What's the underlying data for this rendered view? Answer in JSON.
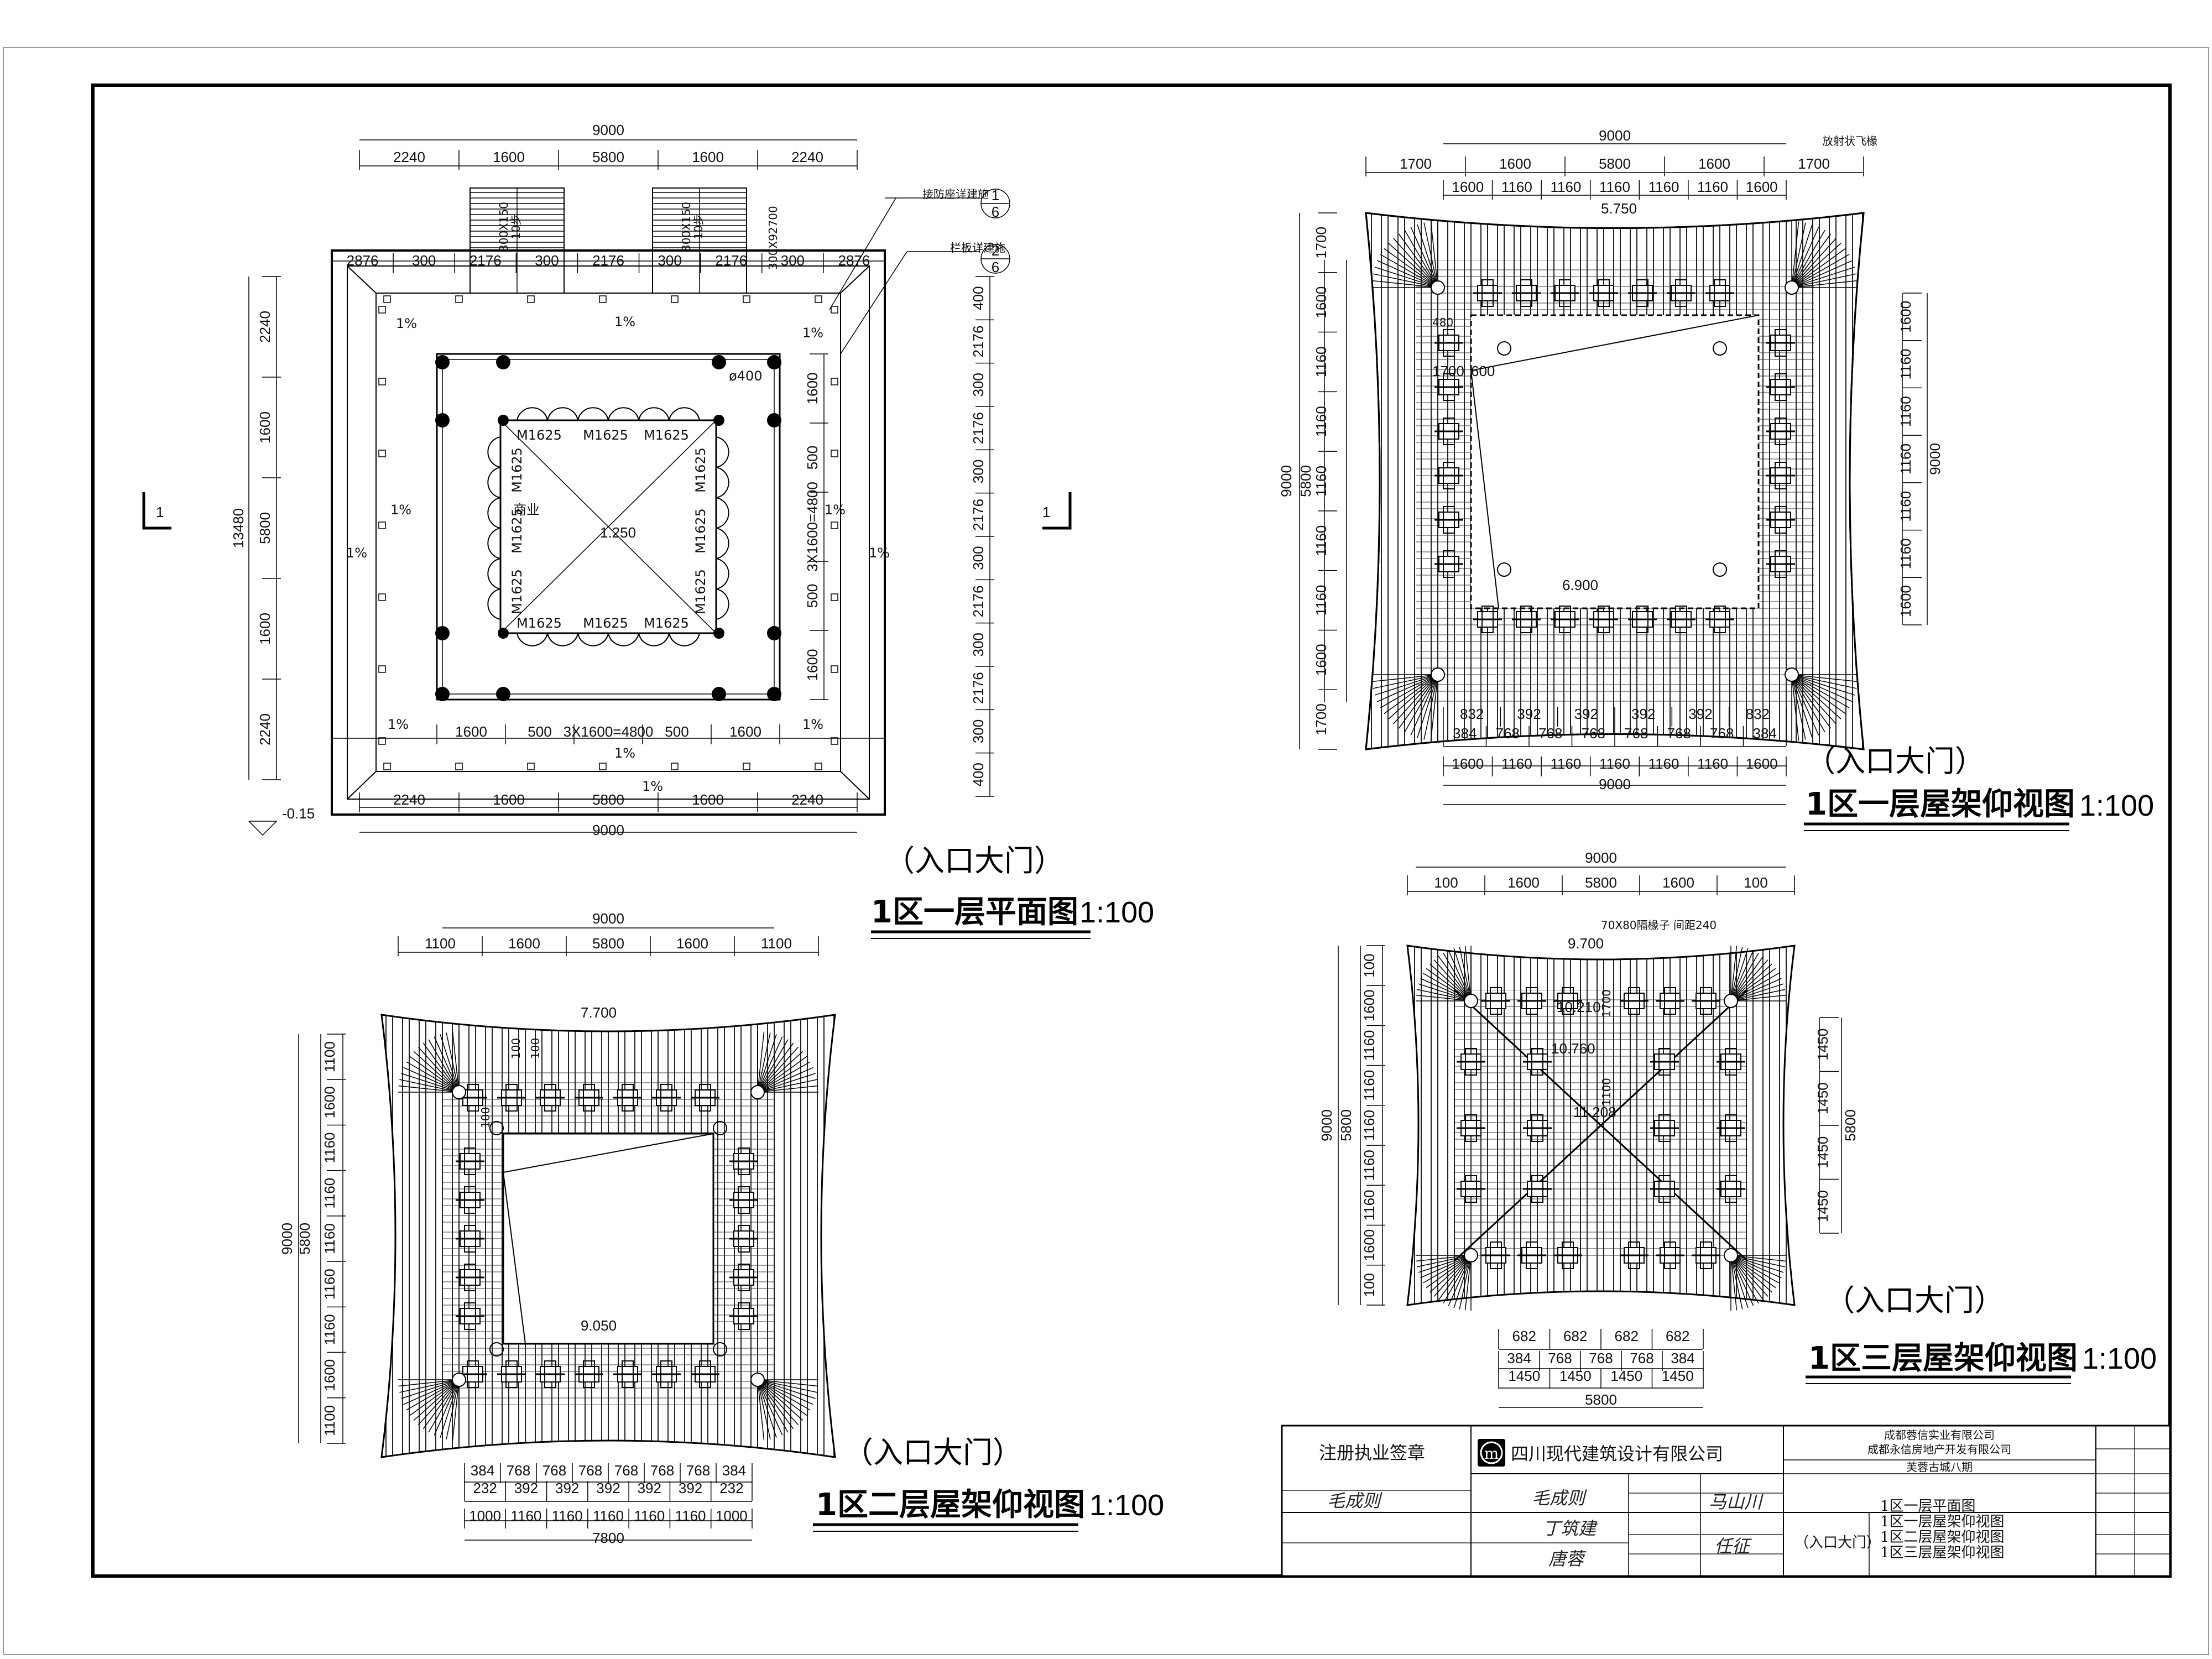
{
  "plans": {
    "p1": {
      "title_sub": "（入口大门）",
      "title": "1区一层平面图",
      "scale": "1:100",
      "top_dims_row1": [
        "9000"
      ],
      "top_dims_row2": [
        "2240",
        "1600",
        "5800",
        "1600",
        "2240"
      ],
      "top_dims_row3": [
        "2876",
        "300",
        "2176",
        "300",
        "2176",
        "300",
        "2176",
        "300",
        "2876"
      ],
      "bottom_dims_row1": [
        "1600",
        "500",
        "3X1600=4800",
        "500",
        "1600"
      ],
      "bottom_dims_row2": [
        "2240",
        "1600",
        "5800",
        "1600",
        "2240"
      ],
      "bottom_dims_row3": [
        "9000"
      ],
      "left_dims": [
        "2240",
        "1600",
        "5800",
        "1600",
        "2240"
      ],
      "left_total": "13480",
      "right_dims_inner": [
        "1600",
        "500",
        "3X1600=4800",
        "500",
        "1600"
      ],
      "right_dims_outer": [
        "400",
        "2176",
        "300",
        "2176",
        "300",
        "2176",
        "300",
        "2176",
        "300",
        "2176",
        "300",
        "400"
      ],
      "stair_labels": [
        "300X150",
        "10步"
      ],
      "stair_labels2": [
        "300X150",
        "10步"
      ],
      "right_top_label": "300X92700",
      "note1": "接防座详建施",
      "note2": "栏板详建施",
      "ref1_top": "1",
      "ref1_bot": "6",
      "ref2_top": "2",
      "ref2_bot": "6",
      "column": "ø400",
      "room": "商业",
      "elev_center": "1.250",
      "elev_ground": "-0.15",
      "door": "M1625",
      "slope": "1%",
      "section": "1"
    },
    "p2": {
      "title_sub": "（入口大门）",
      "title": "1区一层屋架仰视图",
      "scale": "1:100",
      "top_row1": [
        "9000"
      ],
      "top_row2": [
        "1700",
        "1600",
        "5800",
        "1600",
        "1700"
      ],
      "top_row3": [
        "1600",
        "1160",
        "1160",
        "1160",
        "1160",
        "1160",
        "1600"
      ],
      "note": "放射状飞椽",
      "elev1": "5.750",
      "elev2": "6.900",
      "bottom_row1": [
        "832",
        "392",
        "392",
        "392",
        "392",
        "832"
      ],
      "bottom_row2": [
        "384",
        "768",
        "768",
        "768",
        "768",
        "768",
        "768",
        "384"
      ],
      "bottom_row3": [
        "1600",
        "1160",
        "1160",
        "1160",
        "1160",
        "1160",
        "1600"
      ],
      "bottom_row4": [
        "9000"
      ],
      "left_dims": [
        "1700",
        "1600",
        "1160",
        "1160",
        "1160",
        "1160",
        "1160",
        "1600",
        "1700"
      ],
      "left_mid": "5800",
      "left_total": "9000",
      "right_dims": [
        "1600",
        "1160",
        "1160",
        "1160",
        "1160",
        "1160",
        "1600"
      ],
      "right_total": "9000",
      "extra_labels": [
        "480",
        "1700",
        "600"
      ]
    },
    "p3": {
      "title_sub": "（入口大门）",
      "title": "1区二层屋架仰视图",
      "scale": "1:100",
      "top_row1": [
        "9000"
      ],
      "top_row2": [
        "1100",
        "1600",
        "5800",
        "1600",
        "1100"
      ],
      "elev1": "7.700",
      "elev2": "9.050",
      "bottom_row1": [
        "384",
        "768",
        "768",
        "768",
        "768",
        "768",
        "768",
        "384"
      ],
      "bottom_row2": [
        "232",
        "392",
        "392",
        "392",
        "392",
        "392",
        "232"
      ],
      "bottom_row3": [
        "1000",
        "1160",
        "1160",
        "1160",
        "1160",
        "1160",
        "1000"
      ],
      "bottom_row4": [
        "7800"
      ],
      "left_dims": [
        "1100",
        "1600",
        "1160",
        "1160",
        "1160",
        "1160",
        "1160",
        "1600",
        "1100"
      ],
      "left_mid": "5800",
      "left_total": "9000",
      "extra_labels": [
        "100",
        "100",
        "100"
      ]
    },
    "p4": {
      "title_sub": "（入口大门）",
      "title": "1区三层屋架仰视图",
      "scale": "1:100",
      "top_row1": [
        "9000"
      ],
      "top_row2": [
        "100",
        "1600",
        "5800",
        "1600",
        "100"
      ],
      "note": "70X80隔椽子 间距240",
      "elev1": "9.700",
      "elev2": "10.210",
      "elev3": "10.760",
      "elev4": "11.208",
      "bottom_row1": [
        "682",
        "682",
        "682",
        "682"
      ],
      "bottom_row2": [
        "384",
        "768",
        "768",
        "768",
        "384"
      ],
      "bottom_row3": [
        "1450",
        "1450",
        "1450",
        "1450"
      ],
      "bottom_row4": [
        "5800"
      ],
      "left_dims": [
        "100",
        "1600",
        "1160",
        "1160",
        "1160",
        "1160",
        "1160",
        "1600",
        "100"
      ],
      "left_mid": "5800",
      "left_total": "9000",
      "right_dims": [
        "1450",
        "1450",
        "1450",
        "1450"
      ],
      "right_total": "5800",
      "extra_labels": [
        "1700",
        "1100"
      ]
    }
  },
  "title_block": {
    "stamp_label": "注册执业签章",
    "company": "四川现代建筑设计有限公司",
    "logo": "m",
    "client1": "成都蓉信实业有限公司",
    "client2": "成都永信房地产开发有限公司",
    "project": "芙蓉古城八期",
    "section": "（入口大门）",
    "drawings": [
      "1区一层平面图",
      "1区一层屋架仰视图",
      "1区二层屋架仰视图",
      "1区三层屋架仰视图"
    ],
    "signatures": [
      "毛成则",
      "毛成则",
      "丁筑建",
      "唐蓉",
      "马山川",
      "任征"
    ]
  }
}
